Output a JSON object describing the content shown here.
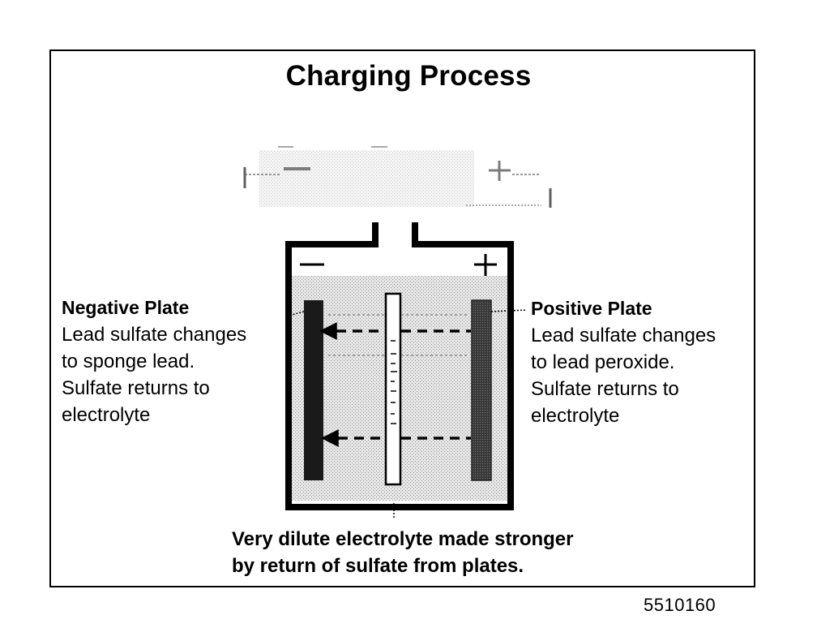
{
  "title": "Charging Process",
  "negative_plate": {
    "heading": "Negative Plate",
    "lines": [
      "Lead sulfate changes",
      "to sponge lead.",
      "Sulfate returns to",
      "electrolyte"
    ]
  },
  "positive_plate": {
    "heading": "Positive Plate",
    "lines": [
      "Lead sulfate changes",
      "to lead peroxide.",
      "Sulfate returns to",
      "electrolyte"
    ]
  },
  "electrolyte_caption": {
    "lines": [
      "Very dilute electrolyte made stronger",
      "by return of sulfate from plates."
    ]
  },
  "terminal_symbols": {
    "negative": "−",
    "positive": "+"
  },
  "figure_id": "5510160",
  "colors": {
    "ink": "#000000",
    "electrolyte_fill": "#dcdcdc",
    "plate_negative": "#1a1a1a",
    "plate_positive": "#3a3a3a",
    "faded_charger": "#b8b8b8"
  }
}
